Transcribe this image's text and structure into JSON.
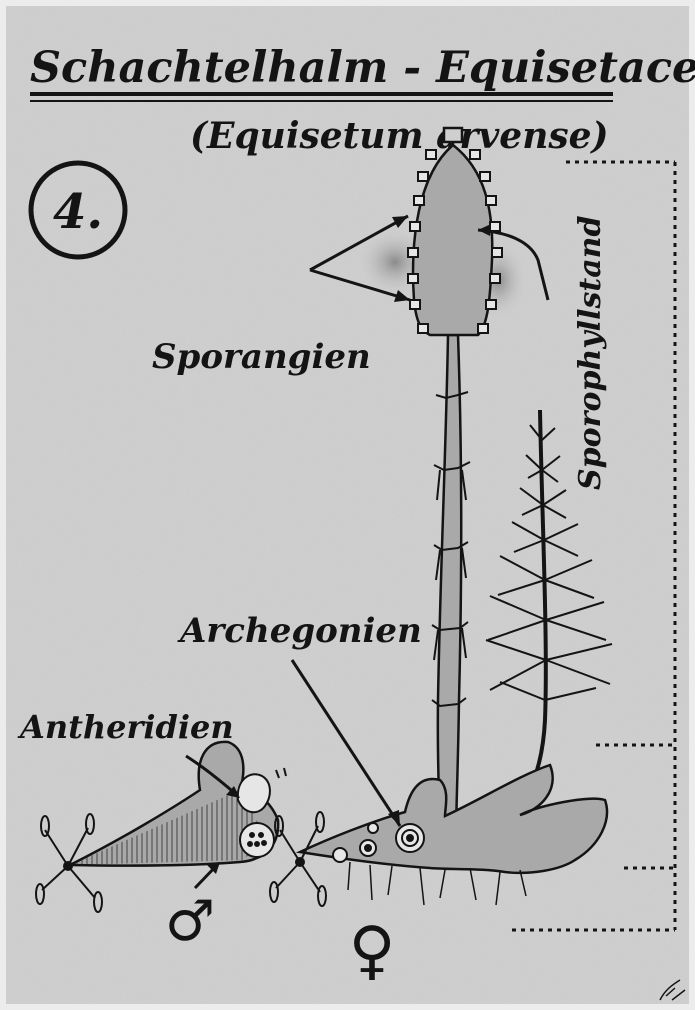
{
  "title": {
    "main": "Schachtelhalm - Equisetaceae",
    "subtitle": "(Equisetum arvense)"
  },
  "plate_number": "4.",
  "labels": {
    "sporangien": "Sporangien",
    "sporophyllstand": "Sporophyllstand",
    "archegonien": "Archegonien",
    "antheridien": "Antheridien"
  },
  "symbols": {
    "male": "♂",
    "female": "♀"
  },
  "colors": {
    "paper": "#cfcfcf",
    "ink": "#141414",
    "plant_fill": "#a9a9a9",
    "frame": "#e8e8e8"
  }
}
